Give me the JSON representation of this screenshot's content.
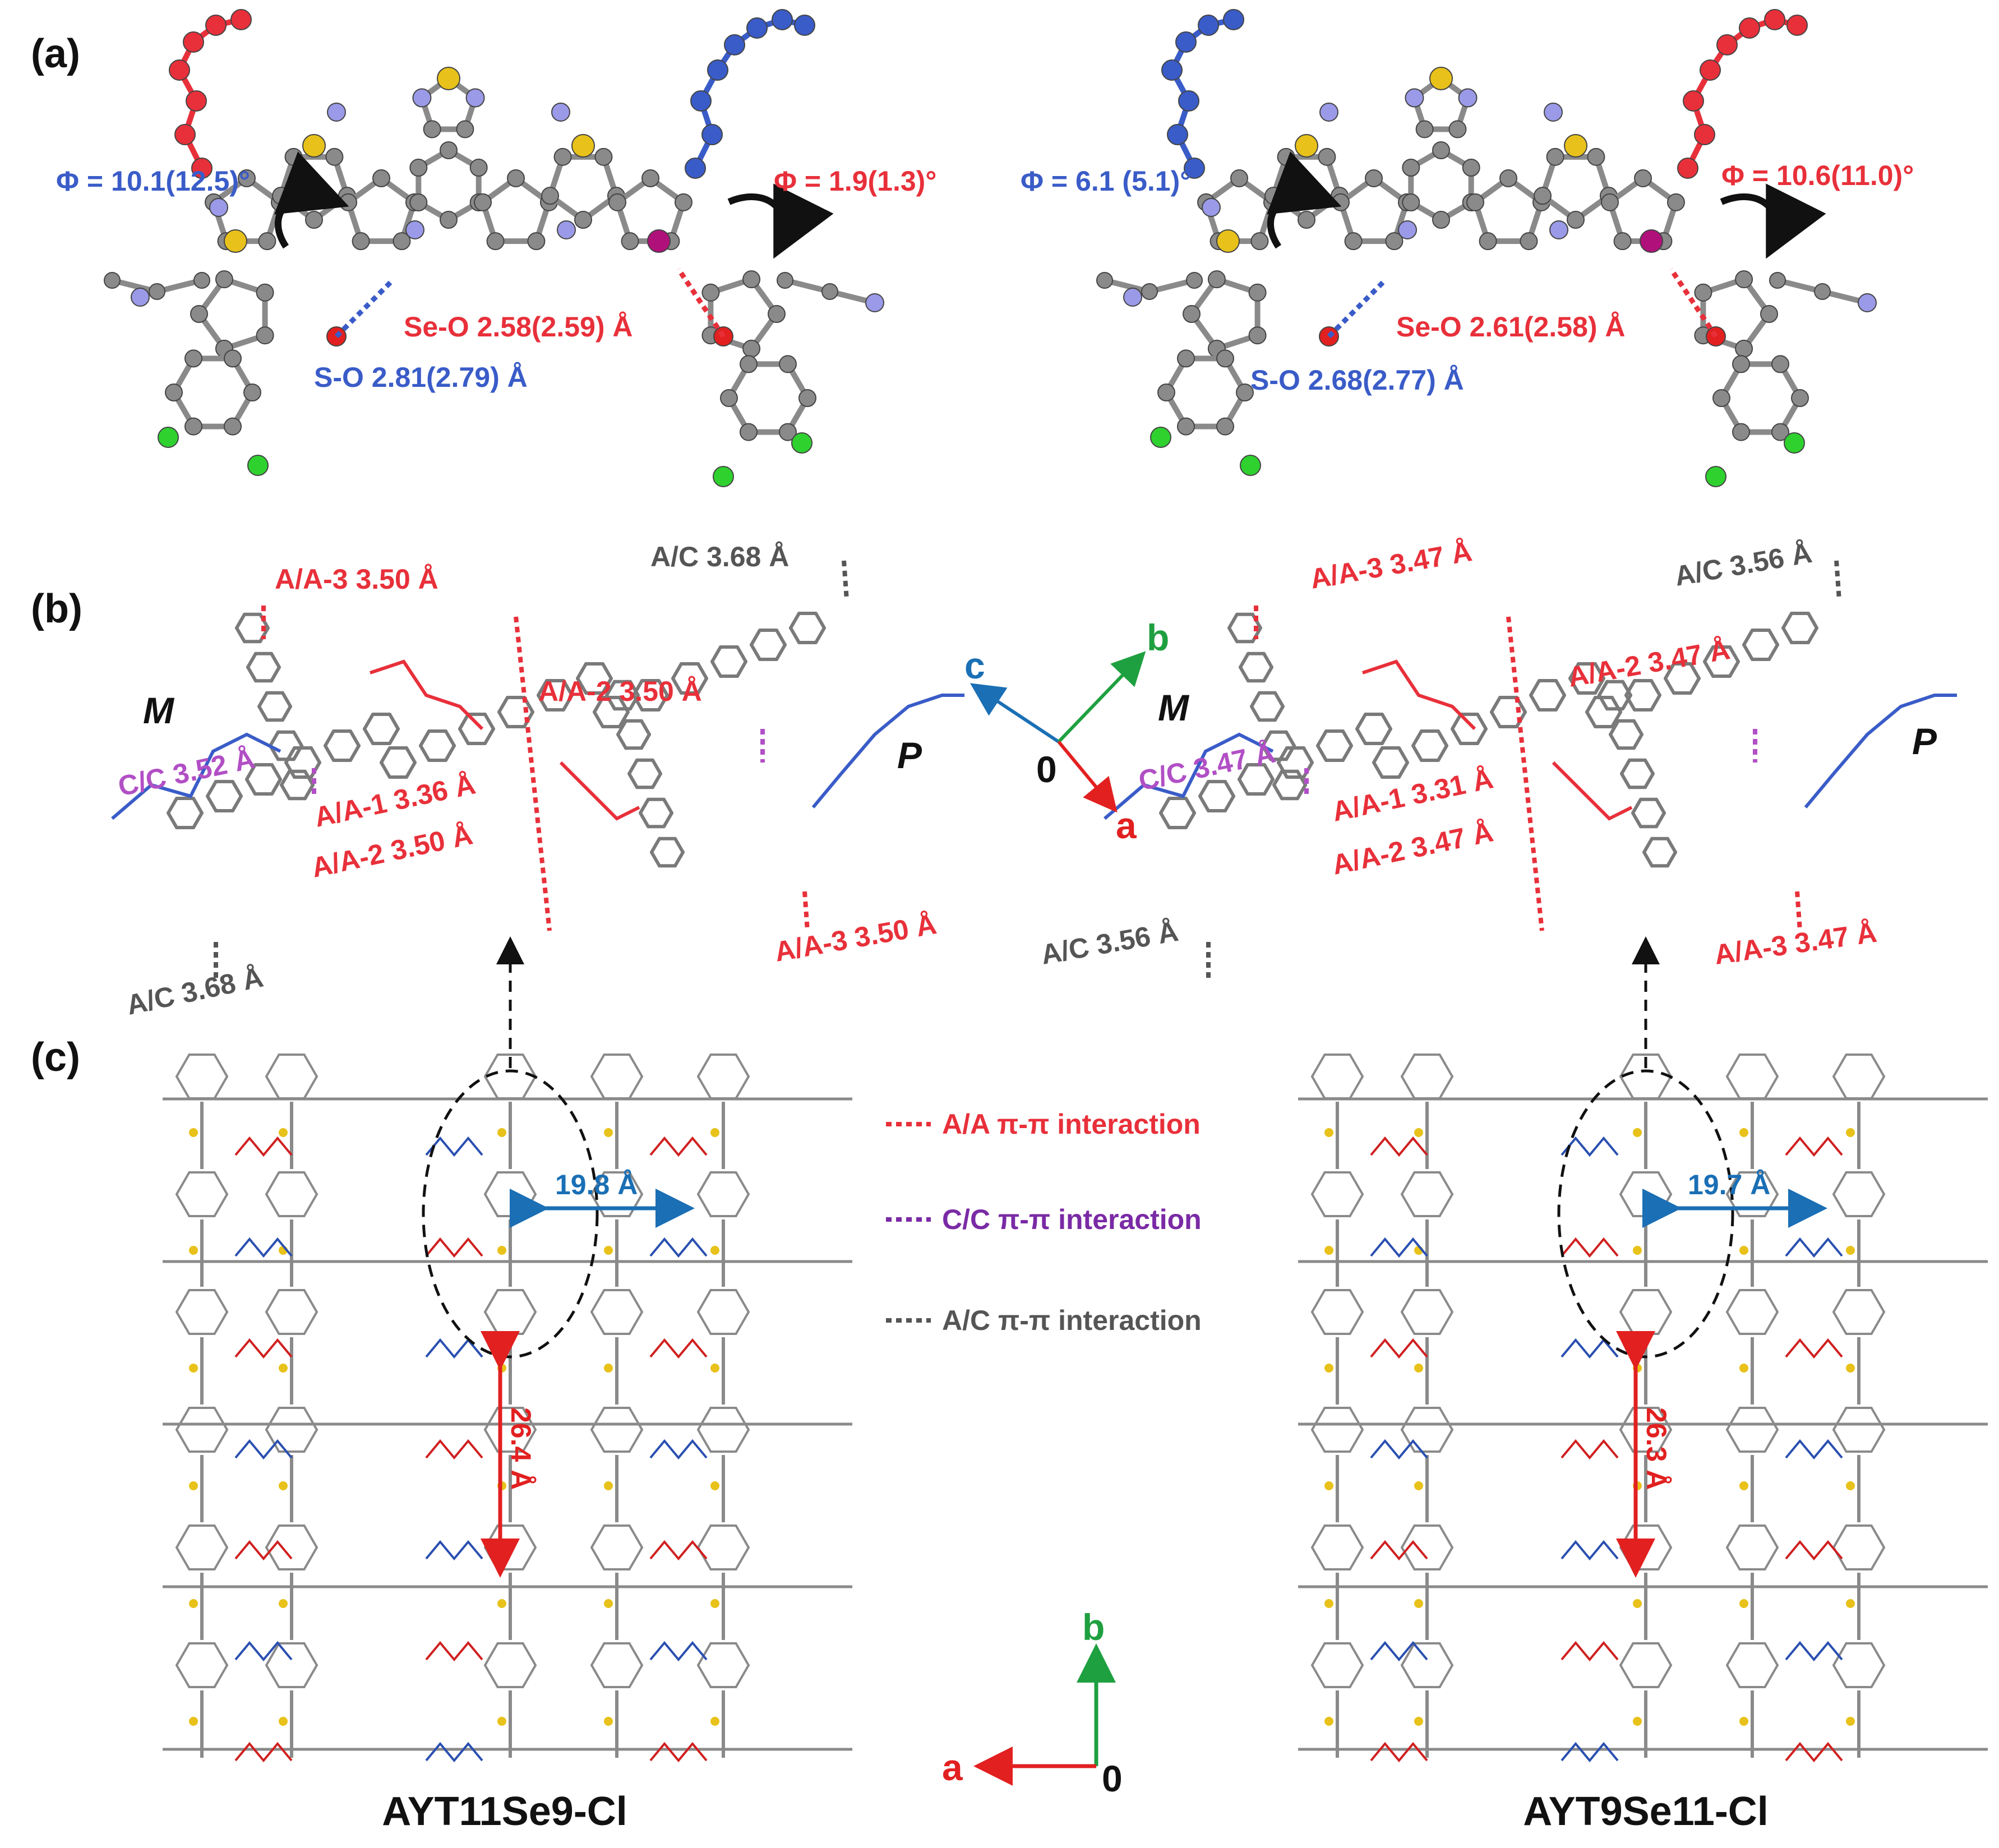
{
  "panels": {
    "a": "(a)",
    "b": "(b)",
    "c": "(c)"
  },
  "colors": {
    "red": "#e8303a",
    "blue": "#3a5cc8",
    "gray": "#555555",
    "purple": "#b14fc5",
    "axis_c": "#1a6fb5",
    "axis_b": "#1fa040",
    "axis_a": "#e22020",
    "carbon": "#8a8a8a",
    "sulfur": "#e8c21a",
    "nitrogen": "#9a9ae8",
    "chlorine": "#2fd12f",
    "selenium": "#b0107a"
  },
  "panel_a": {
    "left": {
      "phi_left": "Φ = 10.1(12.5)°",
      "phi_right": "Φ = 1.9(1.3)°",
      "se_o": "Se-O 2.58(2.59) Å",
      "s_o": "S-O 2.81(2.79) Å"
    },
    "right": {
      "phi_left": "Φ = 6.1 (5.1)°",
      "phi_right": "Φ = 10.6(11.0)°",
      "se_o": "Se-O 2.61(2.58) Å",
      "s_o": "S-O 2.68(2.77) Å"
    }
  },
  "panel_b": {
    "left": {
      "aa3_top": "A/A-3 3.50 Å",
      "ac_top": "A/C 3.68 Å",
      "m": "M",
      "p": "P",
      "aa2_top": "A/A-2 3.50 Å",
      "cc": "C/C 3.52 Å",
      "aa1": "A/A-1 3.36 Å",
      "aa2_bottom": "A/A-2 3.50 Å",
      "aa3_bottom": "A/A-3 3.50 Å",
      "ac_bottom": "A/C 3.68 Å"
    },
    "right": {
      "aa3_top": "A/A-3 3.47 Å",
      "ac_top": "A/C 3.56 Å",
      "m": "M",
      "p": "P",
      "aa2_top": "A/A-2 3.47 Å",
      "cc": "C/C 3.47 Å",
      "aa1": "A/A-1 3.31 Å",
      "aa2_bottom": "A/A-2 3.47 Å",
      "aa3_bottom": "A/A-3 3.47 Å",
      "ac_bottom": "A/C 3.56 Å"
    },
    "axes": {
      "c": "c",
      "b": "b",
      "a": "a",
      "origin": "0"
    }
  },
  "panel_c": {
    "left": {
      "horizontal": "19.8 Å",
      "vertical": "26.4 Å",
      "name": "AYT11Se9-Cl"
    },
    "right": {
      "horizontal": "19.7 Å",
      "vertical": "26.3 Å",
      "name": "AYT9Se11-Cl"
    },
    "legend": {
      "aa": "A/A π-π interaction",
      "cc": "C/C π-π interaction",
      "ac": "A/C π-π interaction"
    },
    "axes": {
      "b": "b",
      "a": "a",
      "origin": "0"
    }
  }
}
